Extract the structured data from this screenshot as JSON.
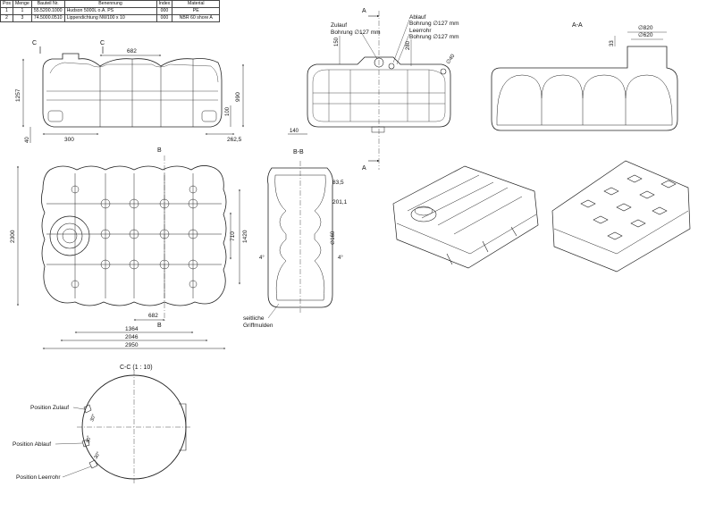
{
  "bom": {
    "headers": [
      "Pos",
      "Menge",
      "Bauteil Nr.",
      "Benennung",
      "Index",
      "Material"
    ],
    "rows": [
      [
        "1",
        "1",
        "55.5200.1000",
        "Hudson 5000L o.A. PS",
        "000",
        "PE"
      ],
      [
        "2",
        "3",
        "74.5000.0510",
        "Lippendichtung NW100 x 10",
        "000",
        "NBR 60 shore A"
      ]
    ]
  },
  "section_marks": {
    "c": "C",
    "a": "A",
    "b": "B",
    "view_aa": "A-A",
    "view_bb": "B-B",
    "view_cc": "C-C (1 : 10)"
  },
  "front_view": {
    "dim_682": "682",
    "dim_1257": "1257",
    "dim_990": "990",
    "dim_100": "100",
    "dim_40": "40",
    "dim_300": "300",
    "dim_262": "262,5"
  },
  "side_view": {
    "zulauf": "Zulauf",
    "zulauf_bohrung": "Bohrung ∅127 mm",
    "ablauf": "Ablauf",
    "ablauf_bohrung": "Bohrung ∅127 mm",
    "leerrohr": "Leerrohr",
    "leerrohr_bohrung": "Bohrung ∅127 mm",
    "dim_150": "150",
    "dim_280": "280",
    "dim_40": "∅40",
    "dim_140": "140"
  },
  "section_aa": {
    "dim_820": "∅820",
    "dim_620": "∅620",
    "dim_33": "33"
  },
  "top_view": {
    "dim_2300": "2300",
    "dim_1420": "1420",
    "dim_710": "710",
    "dim_682": "682",
    "dim_1364": "1364",
    "dim_2046": "2046",
    "dim_2950": "2950"
  },
  "section_bb": {
    "dim_83": "83,5",
    "dim_201": "201,1",
    "dim_160": "∅160",
    "dim_4a": "4°",
    "dim_4b": "4°",
    "griff1": "seitliche",
    "griff2": "Griffmulden"
  },
  "section_cc": {
    "pos_zulauf": "Position Zulauf",
    "pos_ablauf": "Position Ablauf",
    "pos_leerrohr": "Position Leerrohr",
    "ang1": "30°",
    "ang2": "30°",
    "ang3": "30°"
  }
}
